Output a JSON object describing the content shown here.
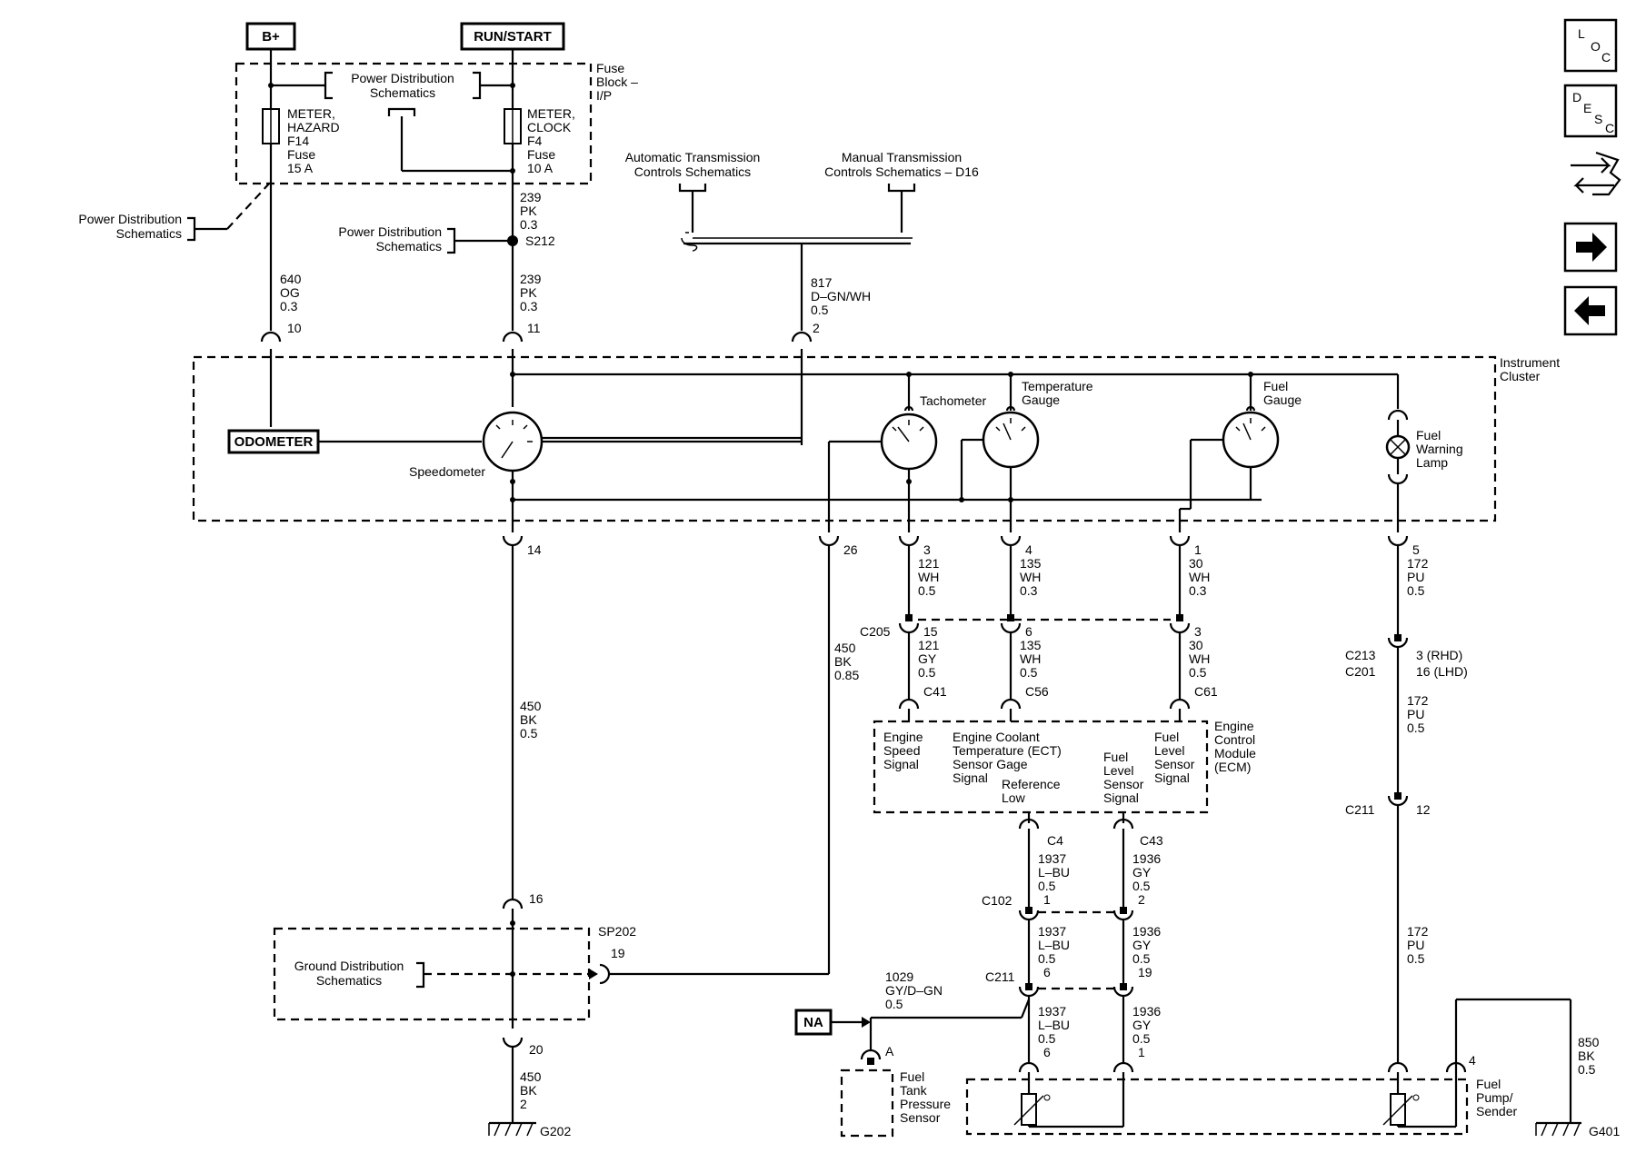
{
  "power": {
    "b_plus": "B+",
    "run_start": "RUN/START"
  },
  "fuse_block": {
    "label": [
      "Fuse",
      "Block –",
      "I/P"
    ],
    "pds": [
      "Power Distribution",
      "Schematics"
    ],
    "fuse_left": [
      "METER,",
      "HAZARD",
      "F14",
      "Fuse",
      "15 A"
    ],
    "fuse_right": [
      "METER,",
      "CLOCK",
      "F4",
      "Fuse",
      "10 A"
    ]
  },
  "side_refs": {
    "pds_left": [
      "Power Distribution",
      "Schematics"
    ],
    "pds_mid": [
      "Power Distribution",
      "Schematics"
    ],
    "splice": "S212",
    "auto_trans": [
      "Automatic Transmission",
      "Controls Schematics"
    ],
    "manual_trans": [
      "Manual Transmission",
      "Controls Schematics – D16"
    ],
    "ground_dist": [
      "Ground Distribution",
      "Schematics"
    ]
  },
  "wires": {
    "w239_a": [
      "239",
      "PK",
      "0.3"
    ],
    "w640": [
      "640",
      "OG",
      "0.3"
    ],
    "w239_b": [
      "239",
      "PK",
      "0.3"
    ],
    "w817": [
      "817",
      "D–GN/WH",
      "0.5"
    ],
    "pin10": "10",
    "pin11": "11",
    "pin2": "2"
  },
  "cluster": {
    "label": [
      "Instrument",
      "Cluster"
    ],
    "odometer": "ODOMETER",
    "speedometer": "Speedometer",
    "tachometer": "Tachometer",
    "temperature": [
      "Temperature",
      "Gauge"
    ],
    "fuel_gauge": [
      "Fuel",
      "Gauge"
    ],
    "fuel_lamp": [
      "Fuel",
      "Warning",
      "Lamp"
    ]
  },
  "below_cluster": {
    "pin14": "14",
    "pin26": "26",
    "tach_wire": [
      "3",
      "121",
      "WH",
      "0.5"
    ],
    "temp_wire": [
      "4",
      "135",
      "WH",
      "0.3"
    ],
    "fuel_wire": [
      "1",
      "30",
      "WH",
      "0.3"
    ],
    "lamp_wire": [
      "5",
      "172",
      "PU",
      "0.5"
    ],
    "c205": "C205",
    "tach_wire2": [
      "15",
      "121",
      "GY",
      "0.5"
    ],
    "temp_wire2": [
      "6",
      "135",
      "WH",
      "0.5"
    ],
    "fuel_wire2": [
      "3",
      "30",
      "WH",
      "0.5"
    ],
    "c41": "C41",
    "c56": "C56",
    "c61": "C61",
    "w450_bk_085": [
      "450",
      "BK",
      "0.85"
    ],
    "w450_bk_05": [
      "450",
      "BK",
      "0.5"
    ],
    "c213": "C213",
    "c201": "C201",
    "rhd": "3 (RHD)",
    "lhd": "16 (LHD)",
    "w172_a": [
      "172",
      "PU",
      "0.5"
    ],
    "c211_right": "C211",
    "pin12": "12",
    "w172_b": [
      "172",
      "PU",
      "0.5"
    ]
  },
  "ecm": {
    "label": [
      "Engine",
      "Control",
      "Module",
      "(ECM)"
    ],
    "engine_speed": [
      "Engine",
      "Speed",
      "Signal"
    ],
    "ect": [
      "Engine Coolant",
      "Temperature (ECT)",
      "Sensor Gage",
      "Signal"
    ],
    "reference": [
      "Reference",
      "Low"
    ],
    "fuel_level_sensor": [
      "Fuel",
      "Level",
      "Sensor",
      "Signal"
    ],
    "fuel_level_sensor2": [
      "Fuel",
      "Level",
      "Sensor",
      "Signal"
    ],
    "c4": "C4",
    "c43": "C43"
  },
  "lower": {
    "w1937_a": [
      "1937",
      "L–BU",
      "0.5",
      "1"
    ],
    "w1936_a": [
      "1936",
      "GY",
      "0.5",
      "2"
    ],
    "c102": "C102",
    "w1937_b": [
      "1937",
      "L–BU",
      "0.5",
      "6"
    ],
    "w1936_b": [
      "1936",
      "GY",
      "0.5",
      "19"
    ],
    "c211": "C211",
    "w1029": [
      "1029",
      "GY/D–GN",
      "0.5"
    ],
    "na": "NA",
    "pin_a": "A",
    "w1937_c": [
      "1937",
      "L–BU",
      "0.5",
      "6"
    ],
    "w1936_c": [
      "1936",
      "GY",
      "0.5",
      "1"
    ],
    "fuel_tank_sensor": [
      "Fuel",
      "Tank",
      "Pressure",
      "Sensor"
    ],
    "pin16": "16",
    "sp202": "SP202",
    "pin19": "19",
    "pin20": "20",
    "w450_bk_2": [
      "450",
      "BK",
      "2"
    ],
    "g202": "G202",
    "pin4": "4",
    "fuel_pump": [
      "Fuel",
      "Pump/",
      "Sender"
    ],
    "w850": [
      "850",
      "BK",
      "0.5"
    ],
    "g401": "G401"
  },
  "nav": {
    "loc": [
      "L",
      "O",
      "C"
    ],
    "desc": [
      "D",
      "E",
      "S",
      "C"
    ]
  }
}
